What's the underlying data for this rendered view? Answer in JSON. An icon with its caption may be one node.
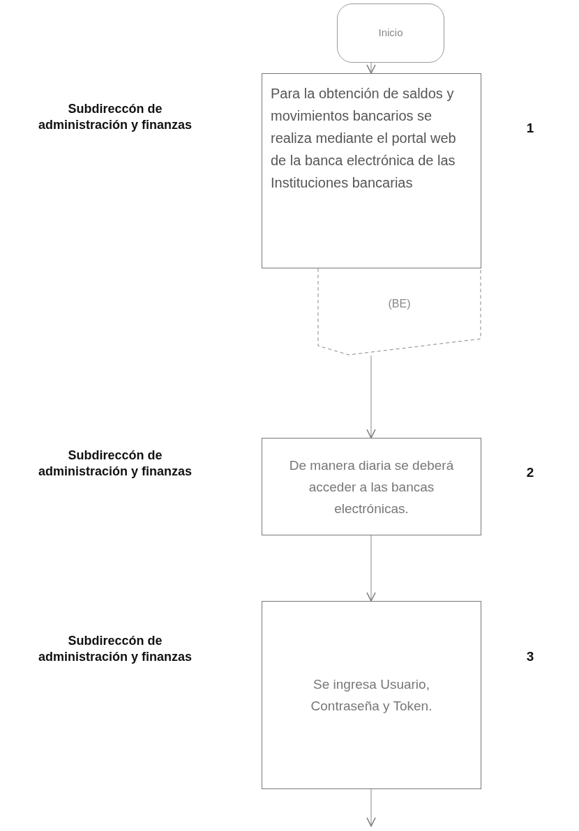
{
  "diagram": {
    "nodes": [
      {
        "text": [
          "Inicio"
        ]
      },
      {
        "text": [
          "Para la obtención de saldos y movimientos bancarios se realiza mediante el portal web de la banca electrónica de las Instituciones bancarias"
        ]
      },
      {
        "text": [
          "(BE)"
        ]
      },
      {
        "text": [
          "De manera diaria se deberá acceder a las bancas electrónicas."
        ]
      },
      {
        "text": [
          "Se ingresa Usuario, Contraseña y Token."
        ]
      }
    ],
    "edges": [
      {
        "from": 0,
        "to": 1,
        "arrow": "to"
      },
      {
        "from": 2,
        "to": 3,
        "arrow": "to"
      },
      {
        "from": 3,
        "to": 4,
        "arrow": "to"
      },
      {
        "from": 4,
        "to": null,
        "arrow": "to"
      }
    ],
    "labels": [
      "Subdireccón de administración y finanzas",
      "1",
      "Subdireccón de administración y finanzas",
      "2",
      "Subdireccón de administración y finanzas",
      "3"
    ]
  }
}
